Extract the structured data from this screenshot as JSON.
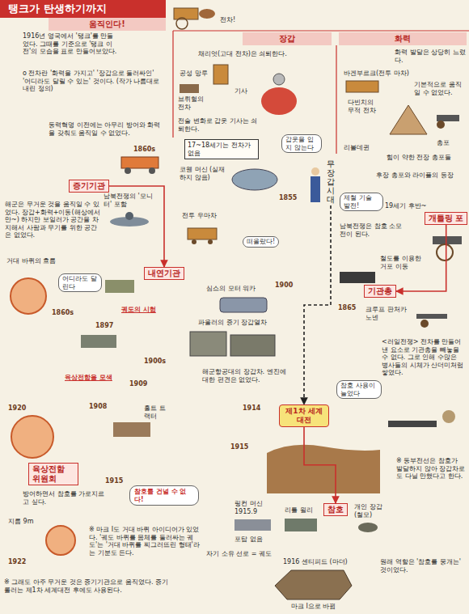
{
  "diagram": {
    "title": "탱크가 탄생하기까지",
    "nodes": [
      {
        "text": [
          "움직인다!"
        ]
      },
      {
        "text": [
          "장갑"
        ]
      },
      {
        "text": [
          "화력"
        ]
      },
      {
        "text": [
          "증기기관"
        ]
      },
      {
        "text": [
          "내연기관"
        ]
      },
      {
        "text": [
          "개틀링 포"
        ]
      },
      {
        "text": [
          "기관총"
        ]
      },
      {
        "text": [
          "육상전함 위원회"
        ]
      },
      {
        "text": [
          "참호"
        ]
      },
      {
        "text": [
          "제1차 세계대전"
        ]
      },
      {
        "text": [
          "17~18세기는 전차가 없음"
        ]
      },
      {
        "text": [
          "무장갑시대"
        ]
      },
      {
        "text": [
          "참호를 건널 수 없다!"
        ]
      }
    ],
    "edges": [
      {
        "from": 3,
        "to": 4,
        "arrow": "to"
      },
      {
        "from": 11,
        "to": 9,
        "arrow": "to"
      },
      {
        "from": 5,
        "to": 6,
        "arrow": "to"
      },
      {
        "from": 9,
        "to": 8,
        "arrow": "to"
      }
    ],
    "labels": [
      "1916년 영국에서 '탱크'를 만들었다. 그때를 기준으로 '탱크 이전'의 모습을 표로 만들어보았다.",
      "o 전차란 '화력을 가지고' '장갑으로 둘러싸인' '어디라도 달릴 수 있는' 것이다. (작가 나름대로 내린 정의)",
      "동력혁명 이전에는 아무리 방어와 화력을 갖춰도 움직일 수 없었다.",
      "1860s",
      "남북전쟁의 '모니터' 포함",
      "해군은 무거운 것을 움직일 수 있었다. 장갑+화력+이동(해상에서만~) 하지만 보일러가 공간을 차지해서 사람과 무기를 위한 공간은 없었다.",
      "거대 바퀴의 흐름",
      "1860s",
      "어디라도 달린다",
      "1897",
      "궤도의 시험",
      "1900s",
      "1909",
      "육상전함을 모색",
      "1908",
      "홀트 트랙터",
      "1920",
      "1915",
      "방어하면서 참호를 가로지르고 싶다.",
      "지름 9m",
      "1922",
      "※ 그래도 아주 무거운 것은 증기기관으로 움직였다. 증기 롤러는 제1차 세계대전 후에도 사용된다.",
      "※ 마크 I도 거대 바퀴 아이디어가 있었다. '궤도 바퀴를 몸체를 둘러싸는 궤도'는 '거대 바퀴를 찌그러뜨린 형태'라는 기분도 든다.",
      "전차!",
      "채리엇(고대 전차)은 쇠퇴한다.",
      "공성 망루",
      "기사",
      "브뤼헐의 전차",
      "전술 변화로 갑옷 기사는 쇠퇴한다.",
      "갑옷을 입지 않는다",
      "코웬 머신 (실재하지 않음)",
      "1855",
      "전투 우마차",
      "떠올랐다!",
      "심스의 모터 워카",
      "1900",
      "파울러의 증기 장갑열차",
      "해군항공대의 장갑차. 엔진에 대한 편견은 없었다.",
      "1914",
      "1915",
      "참호 사용이 늘었다",
      "링컨 머신 1915.9",
      "리틀 윌리",
      "포탑 없음",
      "자기 소유 선로 = 궤도",
      "1916 센티피드 (마더)",
      "마크 I으로 바뀜",
      "화력 발달은 상당히 느렸다.",
      "바겐부르크(전투 마차)",
      "기본적으로 움직일 수 없었다.",
      "다빈치의 무적 전차",
      "리볼데퀸",
      "총포",
      "힘이 약한 전장 총포들",
      "후장 총포와 라이플의 등장",
      "제철 기술 발전!",
      "19세기 후반~",
      "남북전쟁은 참호 소모전이 된다.",
      "철도를 이용한 거포 이동",
      "1865",
      "크루프 판처카노넨",
      "<러일전쟁> 전차를 만들어 낸 요소로 기관총을 빼놓을 수 없다. 그로 인해 수많은 병사들의 시체가 산더미처럼 쌓였다.",
      "개인 장갑 (철모)",
      "※ 동부전선은 참호가 발달하지 않아 장갑차로도 다닐 만했다고 한다.",
      "원래 역할은 '참호를 뭉개는' 것이었다."
    ]
  }
}
